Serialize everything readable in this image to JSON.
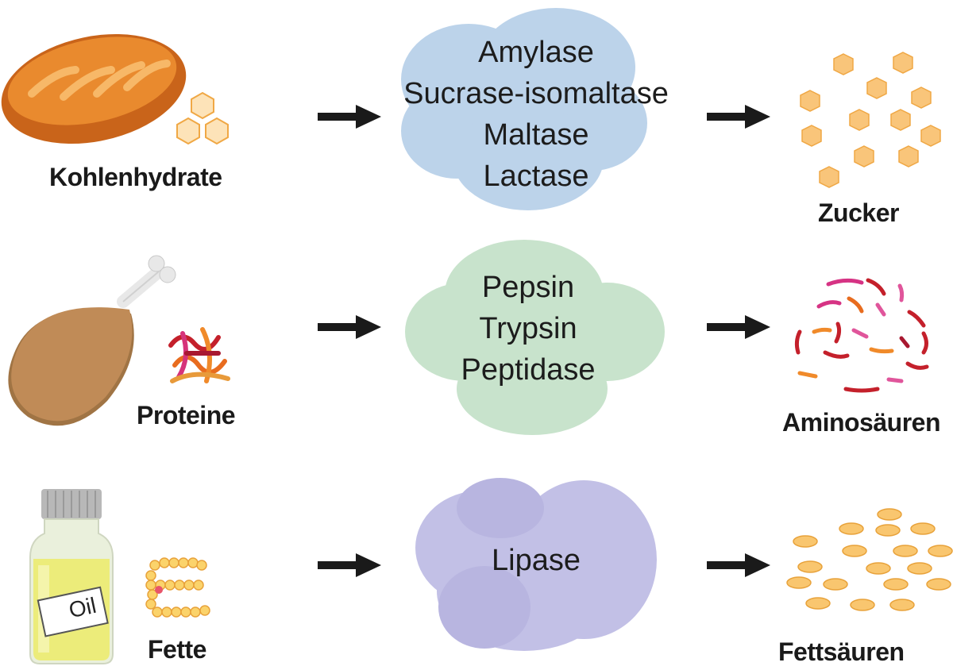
{
  "rows": [
    {
      "id": "carbs",
      "source_label": "Kohlenhydrate",
      "enzymes": [
        "Amylase",
        "Sucrase-isomaltase",
        "Maltase",
        "Lactase"
      ],
      "product_label": "Zucker",
      "cloud_color": "#bcd3ea"
    },
    {
      "id": "proteins",
      "source_label": "Proteine",
      "enzymes": [
        "Pepsin",
        "Trypsin",
        "Peptidase"
      ],
      "product_label": "Aminosäuren",
      "cloud_color": "#c8e3cc"
    },
    {
      "id": "fats",
      "source_label": "Fette",
      "enzymes": [
        "Lipase"
      ],
      "product_label": "Fettsäuren",
      "cloud_color": "#c2c0e6"
    }
  ],
  "oil_bottle_label": "Oil",
  "colors": {
    "arrow": "#1a1a1a",
    "hexagon": "#f8c57a",
    "hexagon_stroke": "#f0a845",
    "fat_droplet": "#f9c66f",
    "bread": "#e07c26"
  }
}
